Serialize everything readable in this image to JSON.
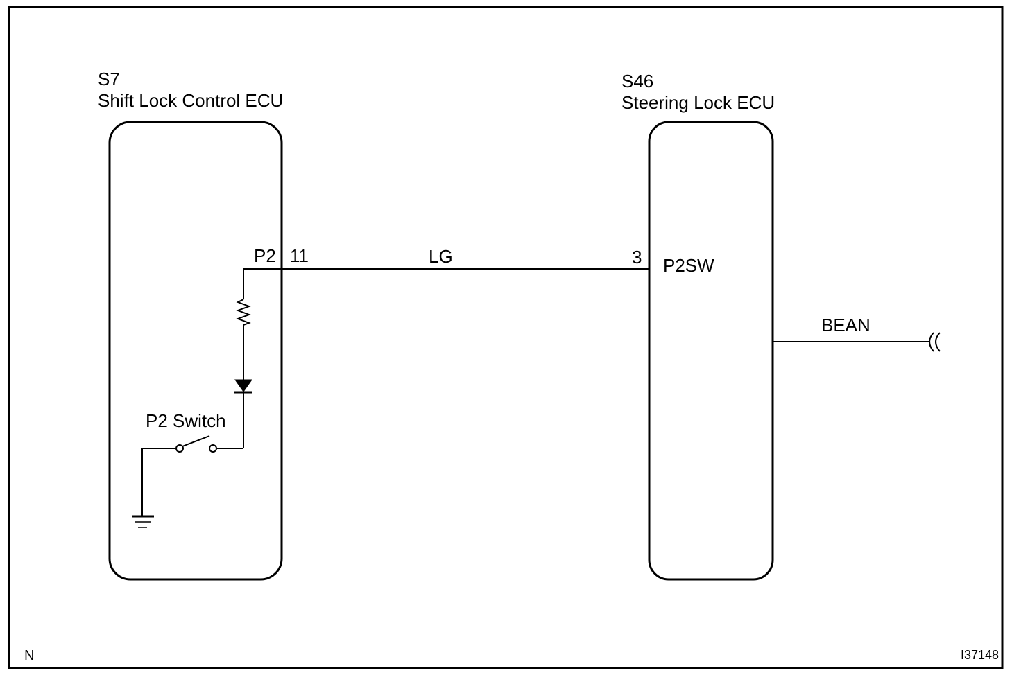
{
  "components": {
    "left_ecu": {
      "code": "S7",
      "name": "Shift Lock Control ECU",
      "pin_name": "P2",
      "pin_number": "11",
      "switch_label": "P2 Switch"
    },
    "right_ecu": {
      "code": "S46",
      "name": "Steering Lock ECU",
      "pin_number": "3",
      "pin_name": "P2SW",
      "bus_label": "BEAN"
    }
  },
  "wire": {
    "color_code": "LG"
  },
  "footer": {
    "corner_left": "N",
    "figure_id": "I37148"
  }
}
